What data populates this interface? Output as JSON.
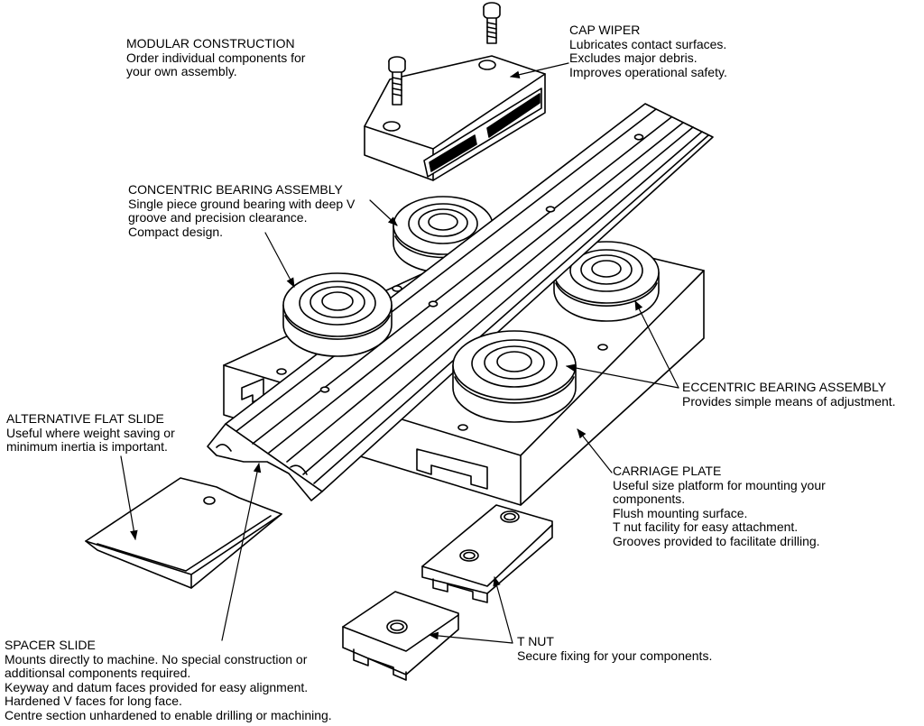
{
  "callouts": {
    "modular": {
      "title": "MODULAR CONSTRUCTION",
      "lines": [
        "Order individual components for",
        "your own assembly."
      ]
    },
    "cap_wiper": {
      "title": "CAP WIPER",
      "lines": [
        "Lubricates contact surfaces.",
        "Excludes major debris.",
        "Improves operational safety."
      ]
    },
    "concentric": {
      "title": "CONCENTRIC BEARING ASSEMBLY",
      "lines": [
        "Single piece ground bearing with deep V",
        "groove and precision clearance.",
        "Compact design."
      ]
    },
    "eccentric": {
      "title": "ECCENTRIC BEARING ASSEMBLY",
      "lines": [
        "Provides simple means of adjustment."
      ]
    },
    "flat_slide": {
      "title": "ALTERNATIVE FLAT SLIDE",
      "lines": [
        "Useful where weight saving or",
        "minimum inertia is important."
      ]
    },
    "carriage": {
      "title": "CARRIAGE PLATE",
      "lines": [
        "Useful size platform for mounting your",
        "components.",
        "Flush mounting surface.",
        "T nut facility for easy attachment.",
        "Grooves provided to facilitate drilling."
      ]
    },
    "t_nut": {
      "title": "T NUT",
      "lines": [
        "Secure fixing for your components."
      ]
    },
    "spacer": {
      "title": "SPACER SLIDE",
      "lines": [
        "Mounts directly to machine.  No special construction or",
        "additionsal components required.",
        "Keyway and datum faces provided for easy alignment.",
        "Hardened V faces for long face.",
        "Centre section unhardened to enable drilling or machining."
      ]
    }
  },
  "colors": {
    "ink": "#000000",
    "paper": "#ffffff"
  }
}
